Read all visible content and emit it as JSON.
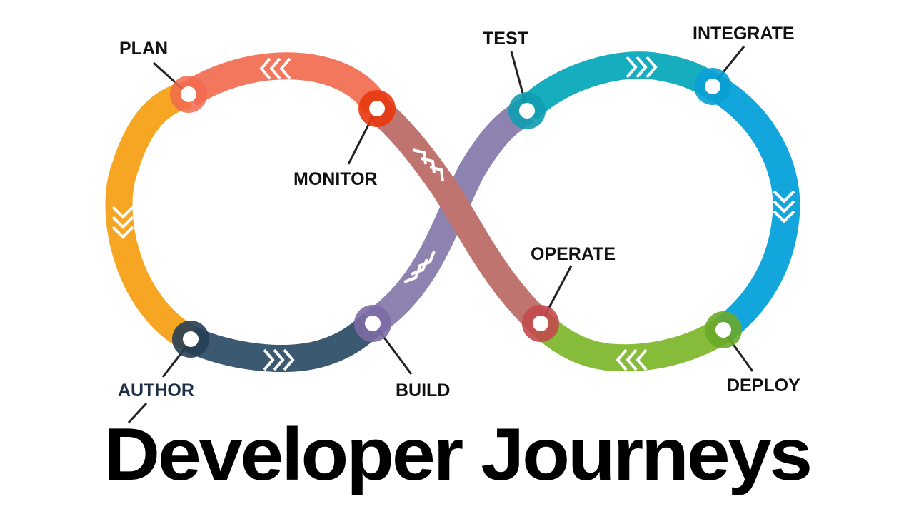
{
  "title": "Developer Journeys",
  "stages": [
    {
      "id": "plan",
      "label": "PLAN",
      "color": "#f26a50"
    },
    {
      "id": "monitor",
      "label": "MONITOR",
      "color": "#e8380f"
    },
    {
      "id": "test",
      "label": "TEST",
      "color": "#0f9db0"
    },
    {
      "id": "integrate",
      "label": "INTEGRATE",
      "color": "#0aa0d4"
    },
    {
      "id": "operate",
      "label": "OPERATE",
      "color": "#c34a4c"
    },
    {
      "id": "deploy",
      "label": "DEPLOY",
      "color": "#6aaa2a"
    },
    {
      "id": "author",
      "label": "AUTHOR",
      "color": "#263f55"
    },
    {
      "id": "build",
      "label": "BUILD",
      "color": "#7c6aa5"
    }
  ],
  "segment_colors": {
    "plan_to_monitor": "#f2775c",
    "author_to_plan": "#f6a623",
    "author_to_build": "#3b5a72",
    "build_to_test": "#8e83b0",
    "test_to_integrate": "#16adbf",
    "integrate_to_deploy": "#12a6dd",
    "deploy_to_operate": "#86bc3a",
    "operate_to_monitor": "#c07470"
  }
}
